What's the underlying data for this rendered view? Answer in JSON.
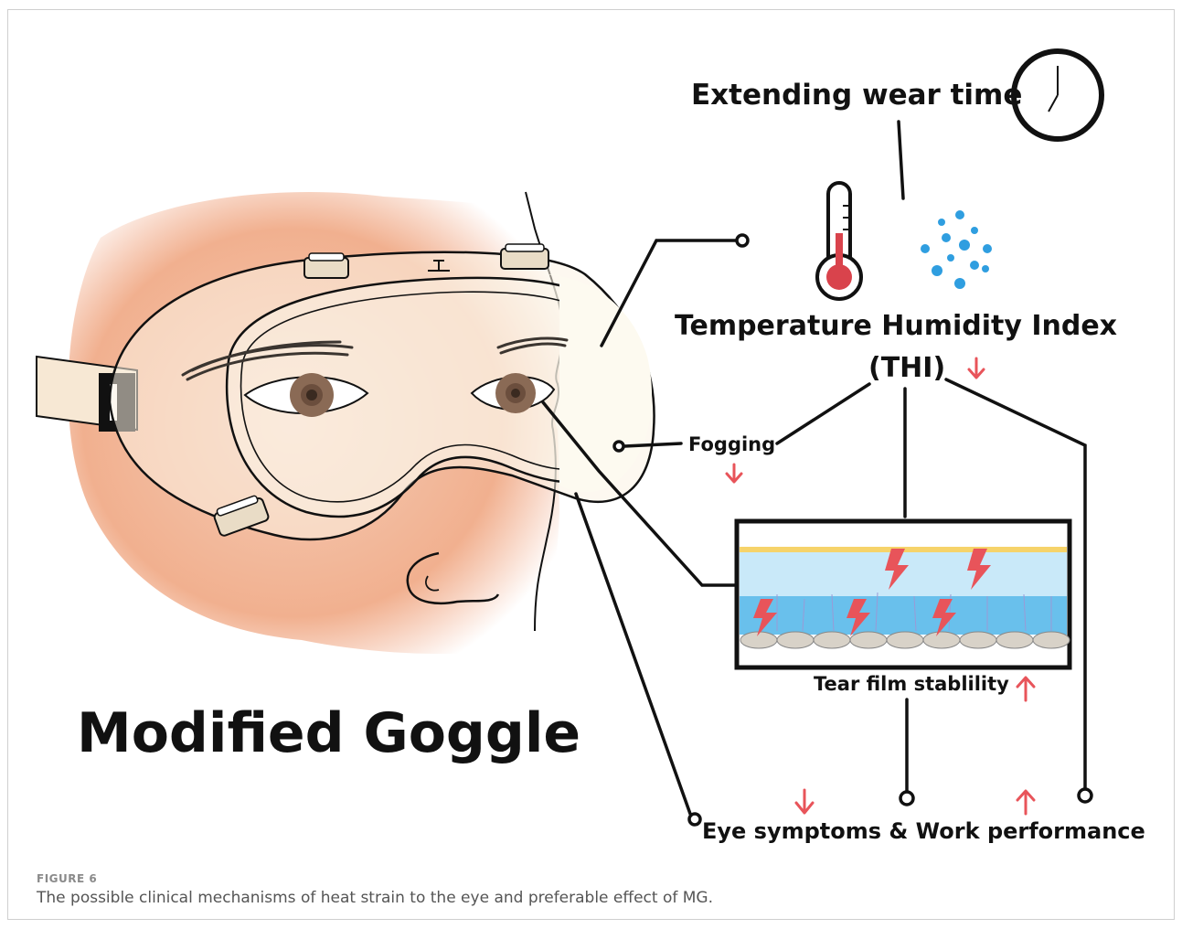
{
  "figure": {
    "title": "Modified Goggle",
    "top_label": "Extending wear time",
    "thi_line1": "Temperature Humidity Index",
    "thi_line2": "(THI)",
    "fogging": "Fogging",
    "tear_film": "Tear film stablility",
    "outcome": "Eye symptoms & Work performance",
    "icons": [
      "clock-icon",
      "thermometer-icon",
      "humidity-droplets-icon",
      "down-arrow-icon",
      "up-arrow-icon"
    ],
    "colors": {
      "skin": "#f3b89c",
      "arrow": "#e8545a",
      "line": "#111111",
      "water": "#7dc8ee"
    }
  },
  "caption": {
    "label": "FIGURE 6",
    "text": "The possible clinical mechanisms of heat strain to the eye and preferable effect of MG."
  }
}
